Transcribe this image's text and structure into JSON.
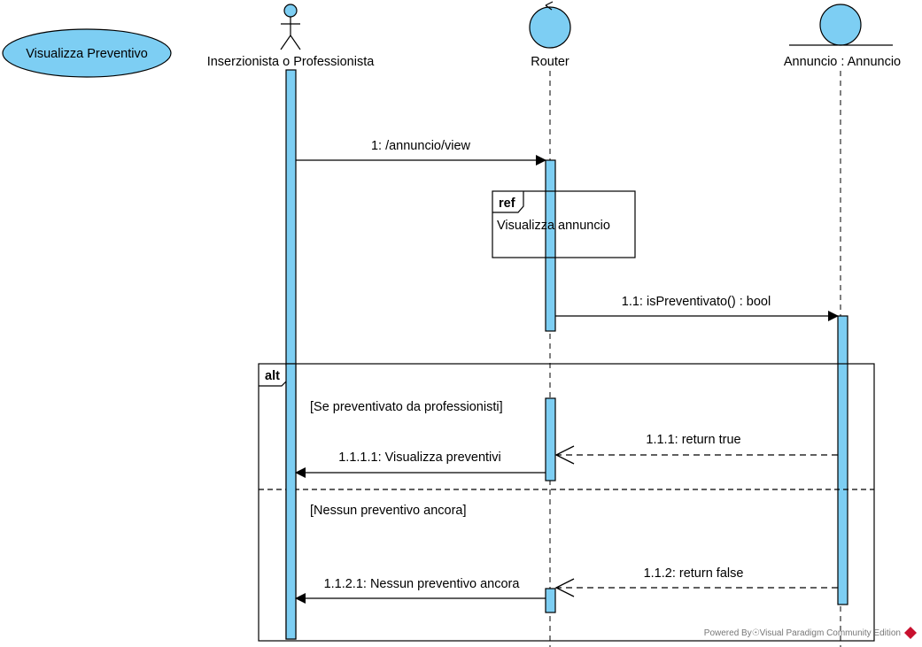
{
  "use_case": {
    "label": "Visualizza Preventivo"
  },
  "lifelines": [
    {
      "name": "Inserzionista o Professionista",
      "icon": "actor-icon"
    },
    {
      "name": "Router",
      "icon": "control-icon"
    },
    {
      "name": "Annuncio : Annuncio",
      "icon": "entity-icon"
    }
  ],
  "messages": {
    "m1": "1: /annuncio/view",
    "m11": "1.1: isPreventivato() : bool",
    "m111": "1.1.1: return true",
    "m1111": "1.1.1.1: Visualizza preventivi",
    "m112": "1.1.2: return false",
    "m1121": "1.1.2.1: Nessun preventivo ancora"
  },
  "ref_frame": {
    "tag": "ref",
    "text": "Visualizza annuncio"
  },
  "alt_frame": {
    "tag": "alt",
    "guard1": "[Se preventivato da professionisti]",
    "guard2": "[Nessun preventivo ancora]"
  },
  "watermark": "Powered By☉Visual Paradigm Community Edition",
  "colors": {
    "fill": "#7dcef3",
    "line": "#000000"
  }
}
